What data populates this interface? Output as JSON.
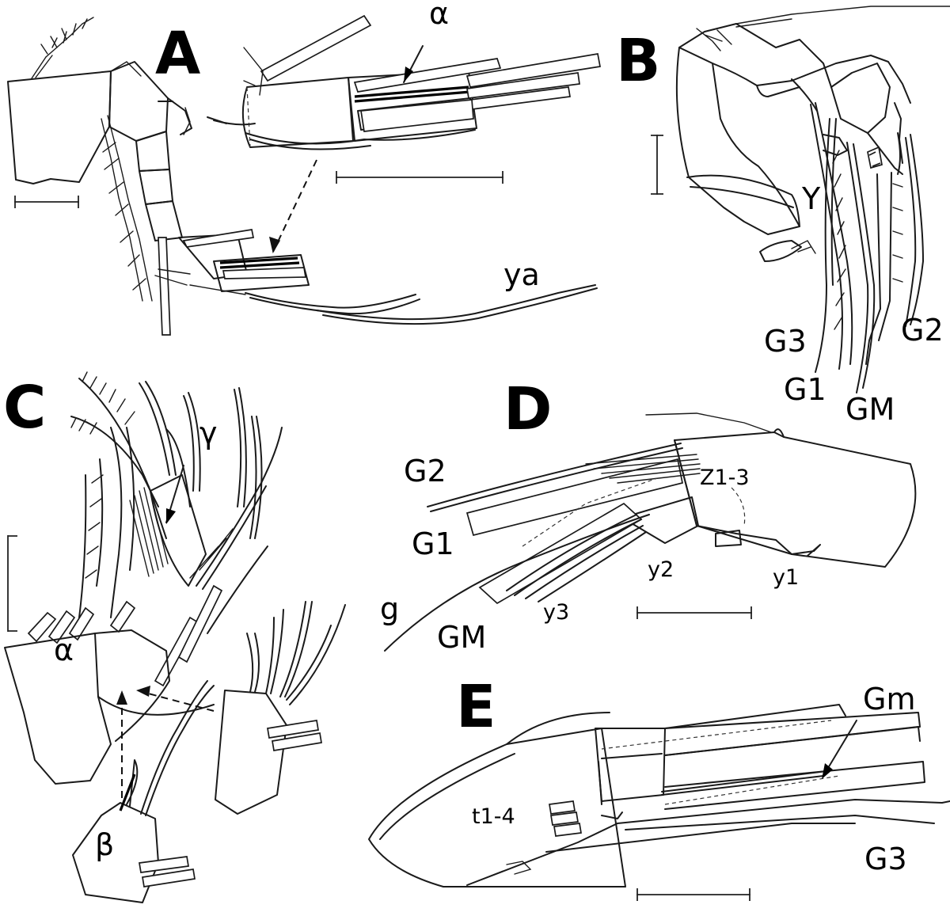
{
  "panels": {
    "A": {
      "letter": "A",
      "labels": {
        "alpha": "α",
        "ya": "ya"
      }
    },
    "B": {
      "letter": "B",
      "labels": {
        "Y": "Y",
        "G3": "G3",
        "G2": "G2",
        "G1": "G1",
        "GM": "GM"
      }
    },
    "C": {
      "letter": "C",
      "labels": {
        "gamma": "γ",
        "alpha": "α",
        "beta": "β"
      }
    },
    "D": {
      "letter": "D",
      "labels": {
        "G2": "G2",
        "Z13": "Z1-3",
        "G1": "G1",
        "g": "g",
        "y2": "y2",
        "y1": "y1",
        "GM": "GM",
        "y3": "y3"
      }
    },
    "E": {
      "letter": "E",
      "labels": {
        "Gm": "Gm",
        "t14": "t1-4",
        "G3": "G3"
      }
    }
  }
}
